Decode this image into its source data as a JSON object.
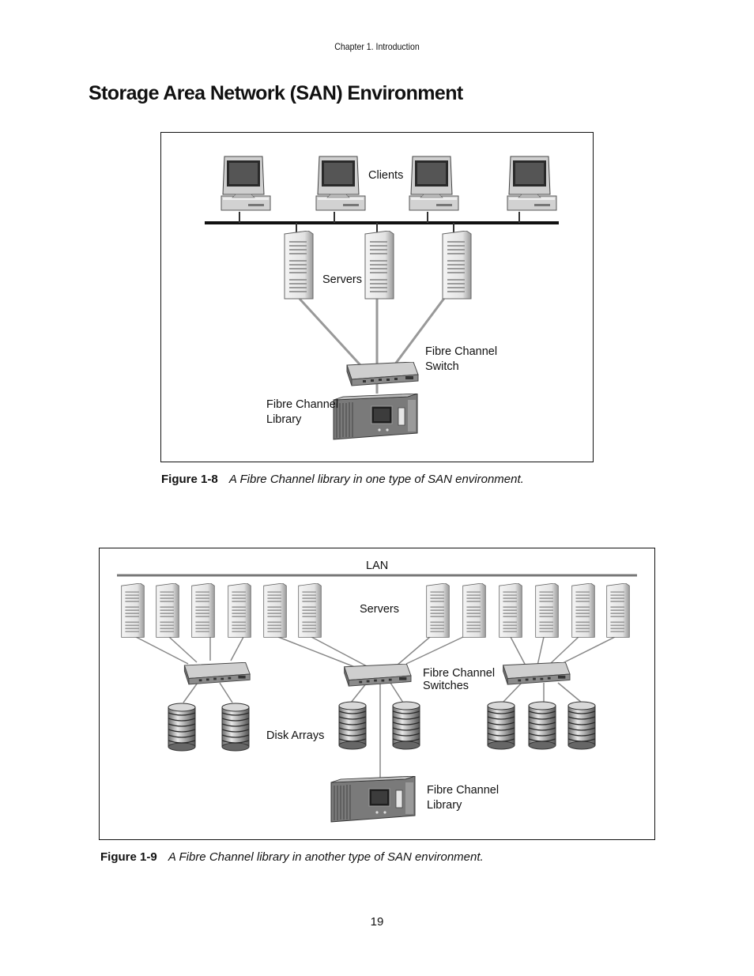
{
  "header": {
    "running_head": "Chapter 1.  Introduction"
  },
  "section": {
    "title": "Storage Area Network (SAN) Environment"
  },
  "figure1": {
    "labels": {
      "clients": "Clients",
      "servers": "Servers",
      "switch": "Fibre Channel\nSwitch",
      "library": "Fibre Channel\nLibrary"
    },
    "caption_number": "Figure 1-8",
    "caption_text": "A Fibre Channel library in one type of SAN environment."
  },
  "figure2": {
    "labels": {
      "lan": "LAN",
      "servers": "Servers",
      "switches": "Fibre Channel\nSwitches",
      "disk_arrays": "Disk Arrays",
      "library": "Fibre Channel\nLibrary"
    },
    "caption_number": "Figure 1-9",
    "caption_text": "A Fibre Channel library in another type of SAN environment."
  },
  "footer": {
    "page_number": "19"
  }
}
